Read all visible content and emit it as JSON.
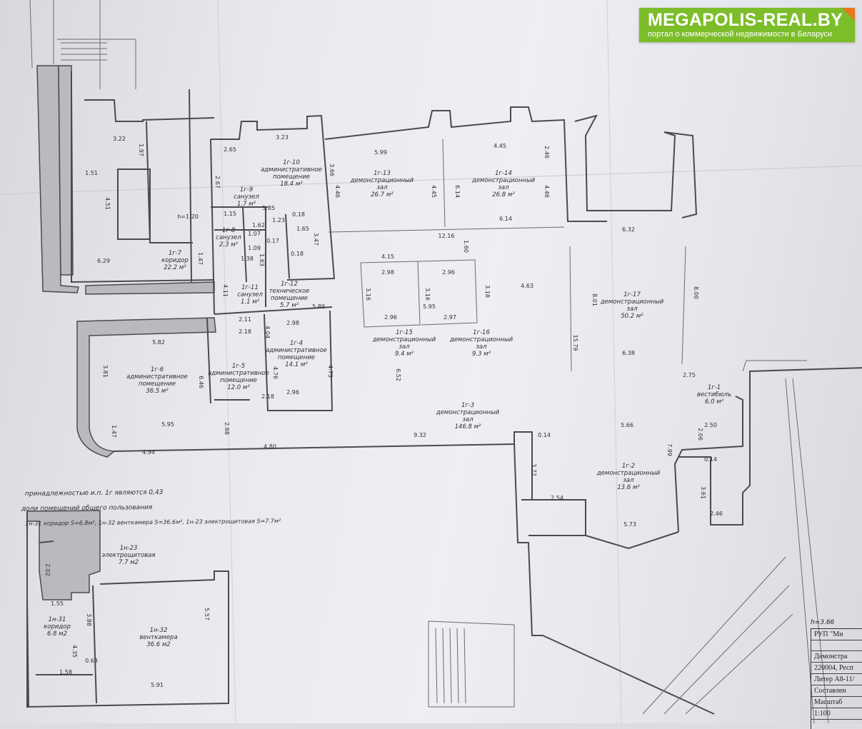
{
  "logo": {
    "title": "MEGAPOLIS-REAL.BY",
    "subtitle": "портал о коммерческой недвижимости в Беларуси",
    "color": "#7cbd2a",
    "corner_color": "#e8771e"
  },
  "rooms": [
    {
      "id": "1г-10",
      "name": [
        "административное",
        "помещение"
      ],
      "area": "18.4 м²"
    },
    {
      "id": "1г-9",
      "name": [
        "санузел"
      ],
      "area": "1.7 м²"
    },
    {
      "id": "1г-8",
      "name": [
        "санузел"
      ],
      "area": "2.3 м²"
    },
    {
      "id": "1г-7",
      "name": [
        "коридор"
      ],
      "area": "22.2 м²"
    },
    {
      "id": "1г-11",
      "name": [
        "санузел"
      ],
      "area": "1.1 м²"
    },
    {
      "id": "1г-12",
      "name": [
        "техническое",
        "помещение"
      ],
      "area": "5.7 м²"
    },
    {
      "id": "1г-13",
      "name": [
        "демонстрационный",
        "зал"
      ],
      "area": "26.7 м²"
    },
    {
      "id": "1г-14",
      "name": [
        "демонстрационный",
        "зал"
      ],
      "area": "26.8 м²"
    },
    {
      "id": "1г-15",
      "name": [
        "демонстрационный",
        "зал"
      ],
      "area": "9.4 м²"
    },
    {
      "id": "1г-16",
      "name": [
        "демонстрационный",
        "зал"
      ],
      "area": "9.3 м²"
    },
    {
      "id": "1г-17",
      "name": [
        "демонстрационный",
        "зал"
      ],
      "area": "50.2 м²"
    },
    {
      "id": "1г-6",
      "name": [
        "административное",
        "помещение"
      ],
      "area": "36.5 м²"
    },
    {
      "id": "1г-5",
      "name": [
        "административное",
        "помещение"
      ],
      "area": "12.0 м²"
    },
    {
      "id": "1г-4",
      "name": [
        "административное",
        "помещение"
      ],
      "area": "14.1 м²"
    },
    {
      "id": "1г-3",
      "name": [
        "демонстрационный",
        "зал"
      ],
      "area": "146.8 м²"
    },
    {
      "id": "1г-1",
      "name": [
        "вестибюль"
      ],
      "area": "6.0 м²"
    },
    {
      "id": "1г-2",
      "name": [
        "демонстрационный",
        "зал"
      ],
      "area": "13.6 м²"
    },
    {
      "id": "1н-23",
      "name": [
        "электрощитовая"
      ],
      "area": "7.7 м2"
    },
    {
      "id": "1н-31",
      "name": [
        "коридор"
      ],
      "area": "6.8 м2"
    },
    {
      "id": "1н-32",
      "name": [
        "венткамера"
      ],
      "area": "36.6 м2"
    }
  ],
  "dimensions": [
    "3.22",
    "1.97",
    "1.51",
    "4.51",
    "6.29",
    "3.23",
    "2.65",
    "3.66",
    "2.67",
    "5.85",
    "0.18",
    "1.15",
    "1.62",
    "1.23",
    "1.65",
    "1.07",
    "0.17",
    "1.09",
    "1.63",
    "0.18",
    "1.38",
    "1.47",
    "4.11",
    "5.89",
    "3.47",
    "5.99",
    "4.46",
    "4.45",
    "6.14",
    "4.45",
    "2.46",
    "4.46",
    "6.14",
    "12.16",
    "1.60",
    "6.32",
    "4.15",
    "2.98",
    "2.96",
    "3.16",
    "3.16",
    "3.18",
    "4.63",
    "2.96",
    "2.97",
    "5.95",
    "8.01",
    "8.00",
    "15.79",
    "6.38",
    "2.11",
    "2.18",
    "2.98",
    "4.04",
    "4.76",
    "4.73",
    "2.96",
    "5.82",
    "3.81",
    "6.46",
    "5.95",
    "2.18",
    "2.68",
    "1.47",
    "4.94",
    "4.80",
    "6.52",
    "9.32",
    "0.14",
    "3.72",
    "2.54",
    "2.75",
    "5.66",
    "7.99",
    "2.06",
    "2.50",
    "0.14",
    "3.61",
    "2.46",
    "5.73",
    "2.02",
    "1.55",
    "3.88",
    "5.57",
    "4.35",
    "1.58",
    "0.63",
    "5.91",
    "h=1.20"
  ],
  "notes": [
    "принадлежностью  и.п. 1г являются 0,43",
    "доли помещений общего пользования",
    "1н-31 коридор S=6.8м², 1н-32 венткамера S=36.6м², 1н-23 электрощитовая S=7.7м²"
  ],
  "title_block": {
    "height": "h=3.66",
    "rows": [
      "РУП \"Ми",
      "",
      "Демонстра",
      "220004, Респ",
      "Литер А8-11/",
      "Составлен",
      "Масштаб",
      "1:100"
    ]
  }
}
